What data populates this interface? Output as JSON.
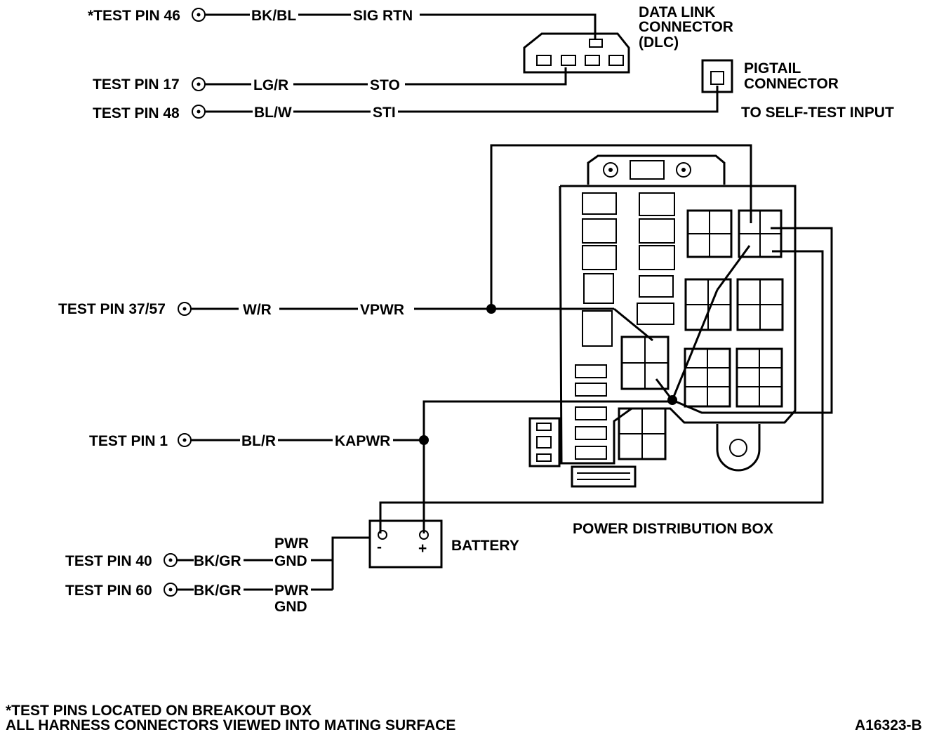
{
  "pins": [
    {
      "label": "*TEST PIN 46",
      "color": "BK/BL",
      "signal": "SIG RTN"
    },
    {
      "label": "TEST PIN 17",
      "color": "LG/R",
      "signal": "STO"
    },
    {
      "label": "TEST PIN 48",
      "color": "BL/W",
      "signal": "STI"
    },
    {
      "label": "TEST PIN 37/57",
      "color": "W/R",
      "signal": "VPWR"
    },
    {
      "label": "TEST PIN 1",
      "color": "BL/R",
      "signal": "KAPWR"
    },
    {
      "label": "TEST PIN 40",
      "color": "BK/GR",
      "signal_line1": "PWR",
      "signal_line2": "GND"
    },
    {
      "label": "TEST PIN 60",
      "color": "BK/GR",
      "signal_line1": "PWR",
      "signal_line2": "GND"
    }
  ],
  "dlc": {
    "line1": "DATA LINK",
    "line2": "CONNECTOR",
    "line3": "(DLC)"
  },
  "pigtail": {
    "line1": "PIGTAIL",
    "line2": "CONNECTOR",
    "line3": "TO SELF-TEST INPUT"
  },
  "pdb_label": "POWER DISTRIBUTION BOX",
  "battery_label": "BATTERY",
  "battery_neg": "-",
  "battery_pos": "+",
  "footnotes": {
    "line1": "*TEST PINS LOCATED ON BREAKOUT BOX",
    "line2": "ALL HARNESS CONNECTORS VIEWED INTO MATING SURFACE"
  },
  "figure_id": "A16323-B"
}
